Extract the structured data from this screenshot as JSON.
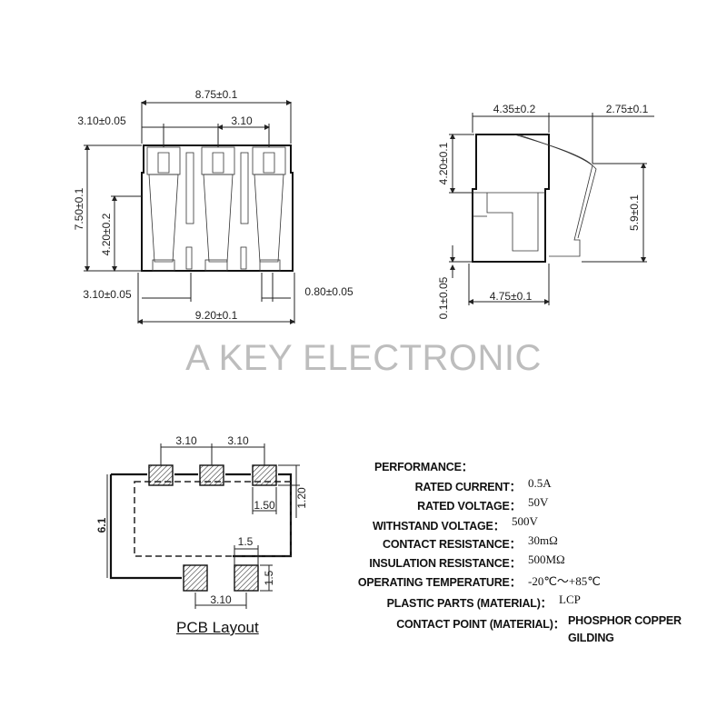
{
  "front_view": {
    "overall_width": "8.75±0.1",
    "pin_offset_top": "3.10±0.05",
    "pin_pitch_top": "3.10",
    "overall_height": "7.50±0.1",
    "inner_height": "4.20±0.2",
    "pin_offset_bottom": "3.10±0.05",
    "pin_width": "0.80±0.05",
    "base_width": "9.20±0.1"
  },
  "side_view": {
    "body_width": "4.35±0.2",
    "contact_offset": "2.75±0.1",
    "top_height": "4.20±0.1",
    "total_height": "5.9±0.1",
    "standoff": "0.1±0.05",
    "base_width": "4.75±0.1"
  },
  "watermark": "A KEY ELECTRONIC",
  "pcb": {
    "title": "PCB Layout",
    "pitch_a": "3.10",
    "pitch_b": "3.10",
    "pad_w": "1.50",
    "pad_h": "1.20",
    "span": "6.1",
    "small_pad_w": "1.5",
    "small_pad_h": "1.5",
    "bottom_pitch": "3.10"
  },
  "performance": {
    "heading": "PERFORMANCE：",
    "rows": [
      {
        "label": "RATED CURRENT：",
        "value": "0.5A"
      },
      {
        "label": "RATED VOLTAGE：",
        "value": "50V"
      },
      {
        "label": "WITHSTAND VOLTAGE：",
        "value": "500V"
      },
      {
        "label": "CONTACT RESISTANCE：",
        "value": "30mΩ"
      },
      {
        "label": "INSULATION RESISTANCE：",
        "value": "500MΩ"
      },
      {
        "label": "OPERATING TEMPERATURE：",
        "value": "-20℃～+85℃"
      },
      {
        "label": "PLASTIC PARTS (MATERIAL)：",
        "value": "LCP"
      },
      {
        "label": "CONTACT POINT (MATERIAL)：",
        "value": "PHOSPHOR COPPER"
      }
    ],
    "continuation": "GILDING"
  }
}
